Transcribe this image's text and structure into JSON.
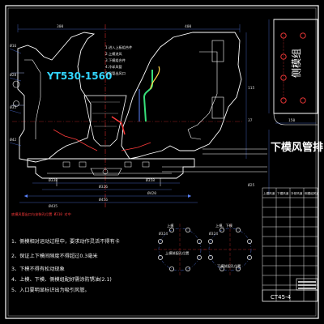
{
  "drawing": {
    "model_label": "YT530-1560",
    "side_panel_title": "侧模组",
    "air_pipe_title": "下模风管排",
    "dimensions": {
      "top_left": "300",
      "top_right": "400",
      "side_right": "115",
      "right_small": "37",
      "panel_bottom": "150",
      "pipe_right": "Ø25",
      "base_width": "Ø456",
      "base_inner": "Ø326"
    },
    "callouts": [
      "1.进入上板组合件",
      "2.上模进风",
      "3.下模组合件",
      "4.冷却风管",
      "5.风管出风口"
    ],
    "left_dims": [
      "Ø16",
      "Ø28",
      "Ø35",
      "Ø42"
    ],
    "bottom_dims": [
      "Ø338",
      "Ø358",
      "Ø420",
      "Ø435"
    ],
    "red_note": "底模风管出口与安装孔位置 Ø310 对中",
    "notes": [
      "1、侧模相对运动过程中，要求动作灵活不得有卡",
      "2、保证上下模间隙度不得超过0.3毫米",
      "3、下模不得有松动现象",
      "4、上模、下模、侧模组配好需涂防锈油(2.1)",
      "5、入口要明显标识出为吸引风管。"
    ],
    "circle_left": {
      "title": "上模",
      "dia": "Ø324",
      "caption": "上模装配孔位置"
    },
    "circle_right": {
      "title": "上模、下模",
      "dia": "Ø324",
      "caption": "下模装配孔位置"
    },
    "table_headers": [
      "上模风道",
      "下模风道",
      "冷却风道",
      "侧模组风道"
    ],
    "title_block": "CT45-4"
  }
}
